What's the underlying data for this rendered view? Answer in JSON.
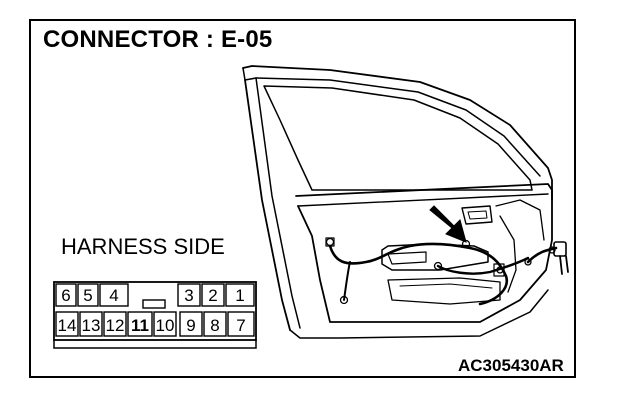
{
  "title": "CONNECTOR : E-05",
  "harness_label": "HARNESS SIDE",
  "figure_code": "AC305430AR",
  "connector": {
    "top_row": [
      "6",
      "5",
      "4",
      "3",
      "2",
      "1"
    ],
    "bottom_row": [
      "14",
      "13",
      "12",
      "11",
      "10",
      "9",
      "8",
      "7"
    ]
  },
  "colors": {
    "line": "#000000",
    "background": "#ffffff"
  }
}
